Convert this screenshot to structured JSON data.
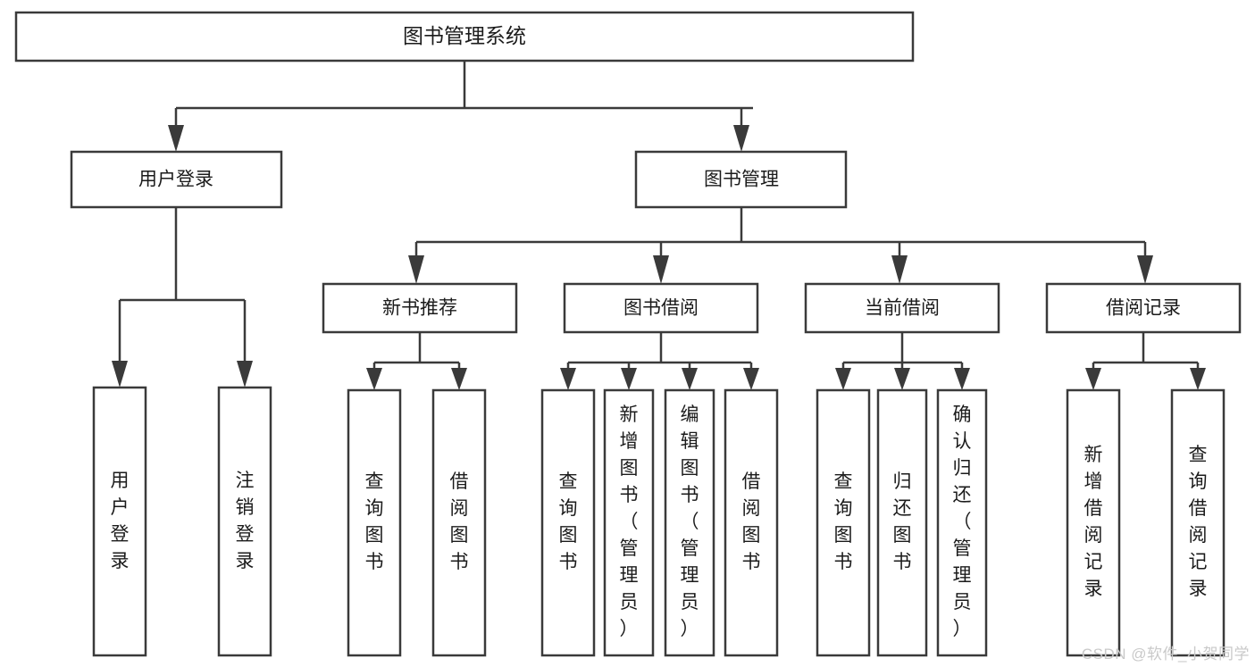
{
  "diagram": {
    "title_node": {
      "label": "图书管理系统"
    },
    "level1": [
      {
        "id": "user-login",
        "label": "用户登录"
      },
      {
        "id": "book-management",
        "label": "图书管理"
      }
    ],
    "level2": [
      {
        "id": "new-book-recommend",
        "label": "新书推荐"
      },
      {
        "id": "book-borrow",
        "label": "图书借阅"
      },
      {
        "id": "current-borrow",
        "label": "当前借阅"
      },
      {
        "id": "borrow-record",
        "label": "借阅记录"
      }
    ],
    "leaves": [
      {
        "id": "leaf-user-login",
        "label": "用户登录",
        "parent": "user-login"
      },
      {
        "id": "leaf-logout-login",
        "label": "注销登录",
        "parent": "user-login"
      },
      {
        "id": "leaf-query-book-1",
        "label": "查询图书",
        "parent": "new-book-recommend"
      },
      {
        "id": "leaf-borrow-book-1",
        "label": "借阅图书",
        "parent": "new-book-recommend"
      },
      {
        "id": "leaf-query-book-2",
        "label": "查询图书",
        "parent": "book-borrow"
      },
      {
        "id": "leaf-add-book",
        "label": "新增图书（管理员）",
        "parent": "book-borrow"
      },
      {
        "id": "leaf-edit-book",
        "label": "编辑图书（管理员）",
        "parent": "book-borrow"
      },
      {
        "id": "leaf-borrow-book-2",
        "label": "借阅图书",
        "parent": "book-borrow"
      },
      {
        "id": "leaf-query-book-3",
        "label": "查询图书",
        "parent": "current-borrow"
      },
      {
        "id": "leaf-return-book",
        "label": "归还图书",
        "parent": "current-borrow"
      },
      {
        "id": "leaf-confirm-return",
        "label": "确认归还（管理员）",
        "parent": "current-borrow"
      },
      {
        "id": "leaf-add-record",
        "label": "新增借阅记录",
        "parent": "borrow-record"
      },
      {
        "id": "leaf-query-record",
        "label": "查询借阅记录",
        "parent": "borrow-record"
      }
    ]
  },
  "watermark": {
    "text": "CSDN @软件_小贺同学"
  },
  "colors": {
    "background": "#ffffff",
    "node_fill": "#ffffff",
    "node_stroke": "#3a3a3a",
    "text": "#1b1b1b",
    "watermark": "#c9c9c9"
  }
}
